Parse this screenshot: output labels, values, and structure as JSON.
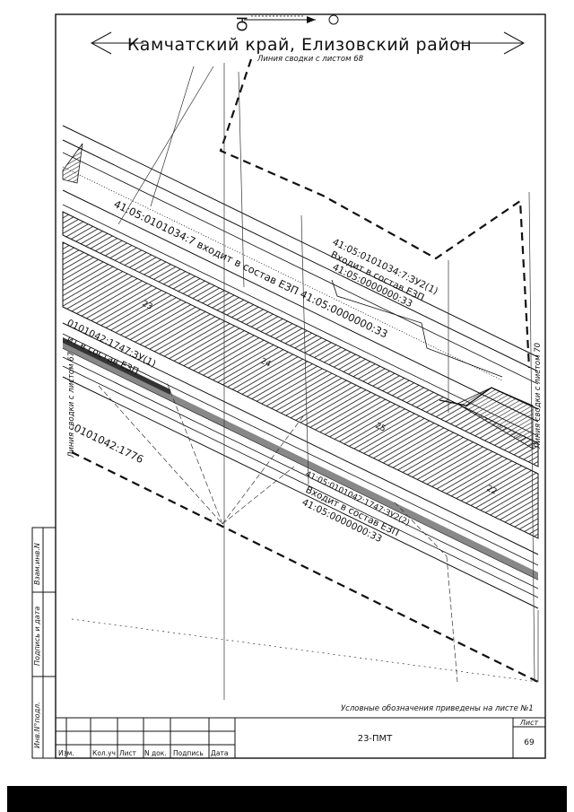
{
  "sheet": {
    "region_title": "Камчатский край, Елизовский район",
    "match_line_top": "Линия сводки с листом 68",
    "match_line_left": "Линия сводки с листом 67",
    "match_line_right": "Линия сводки с листом 70",
    "north_marker": "Ю",
    "south_marker": "С"
  },
  "labels": {
    "parcel_main": "41:05:0101034:7  входит в состав ЕЗП 41:05:0000000:33",
    "parcel_top_right_1": "41:05:0101034:7:ЗУ2(1)",
    "parcel_top_right_2": "Входит в состав ЕЗП",
    "parcel_top_right_3": "41:05:0000000:33",
    "parcel_left_1": "0101042:1747:ЗУ(1)",
    "parcel_left_2": "ит в состав ЕЗП",
    "parcel_left_3": ":0101042:1776",
    "parcel_bottom_1": "41:05:0101042:1747:ЗУ2(2)",
    "parcel_bottom_2": "Входит в состав ЕЗП",
    "parcel_bottom_3": "41:05:0000000:33",
    "point_23": "23",
    "point_24": "24",
    "point_25": "25",
    "point_22": "22",
    "legend_note": "Условные обозначения приведены на листе №1"
  },
  "stamp": {
    "designation": "23-ПМТ",
    "sheet_label": "Лист",
    "sheet_number": "69",
    "col_izm": "Изм.",
    "col_koluch": "Кол.уч",
    "col_list": "Лист",
    "col_ndok": "N док.",
    "col_podpis": "Подпись",
    "col_data": "Дата"
  },
  "side_table": {
    "vzam": "Взам.инв.N",
    "podpis_data": "Подпись и дата",
    "inv_podl": "Инв.N°подл."
  }
}
